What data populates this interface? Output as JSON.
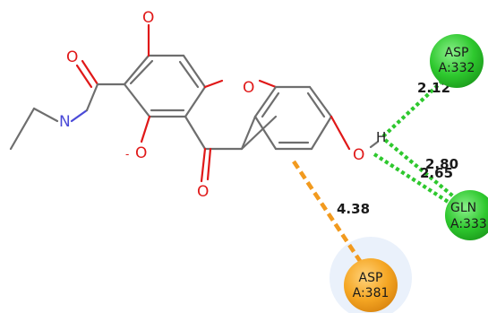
{
  "atoms": {
    "o_top": "O",
    "o_amide": "O",
    "n_amide": "N",
    "o_phenolate": "O",
    "phenolate_charge": "-",
    "o_ring": "O",
    "o_ketone": "O",
    "o_right": "O",
    "h_right": "H"
  },
  "residues": [
    {
      "name": "ASP",
      "id": "A:332",
      "color": "#2ec82e"
    },
    {
      "name": "GLN",
      "id": "A:333",
      "color": "#2ec82e"
    },
    {
      "name": "ASP",
      "id": "A:381",
      "color": "#f29a1e"
    }
  ],
  "distances": {
    "asp332": "2.12",
    "gln333_a": "2.80",
    "gln333_b": "2.65",
    "asp381": "4.38"
  },
  "colors": {
    "hydrogen_bond": "#2ec82e",
    "pi_anion": "#f29a1e",
    "oxygen": "#e01818",
    "nitrogen": "#4a4ad8",
    "carbon_bond": "#6e6e6e"
  }
}
